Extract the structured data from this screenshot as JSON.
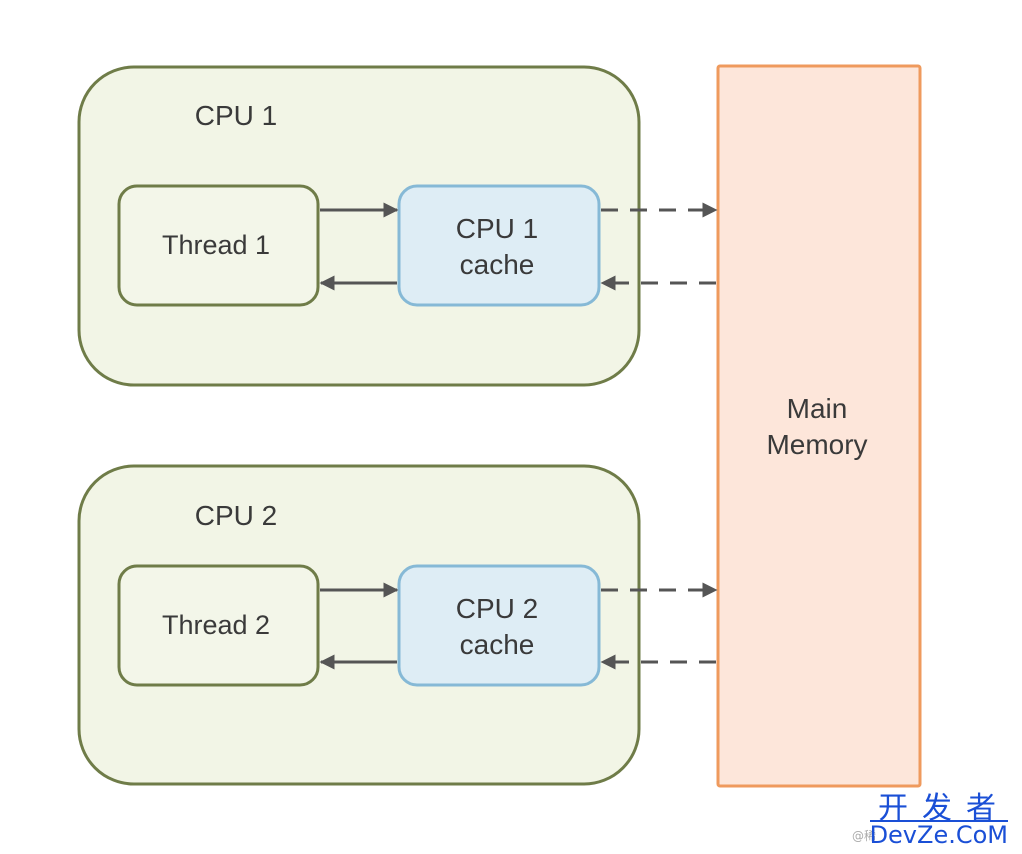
{
  "colors": {
    "cpu_fill": "#f2f5e6",
    "cpu_stroke": "#6f7c48",
    "thread_fill": "#f3f6e9",
    "thread_stroke": "#6f7c48",
    "cache_fill": "#deedf5",
    "cache_stroke": "#86b9d6",
    "memory_fill": "#fde6da",
    "memory_stroke": "#ef9a5d",
    "arrow": "#555555",
    "watermark": "#1a4fd6"
  },
  "cpus": [
    {
      "label": "CPU 1",
      "thread_label": "Thread 1",
      "cache_line1": "CPU 1",
      "cache_line2": "cache"
    },
    {
      "label": "CPU 2",
      "thread_label": "Thread 2",
      "cache_line1": "CPU 2",
      "cache_line2": "cache"
    }
  ],
  "memory": {
    "line1": "Main",
    "line2": "Memory"
  },
  "watermark": {
    "cn": "开发者",
    "en": "DevZe.CoM",
    "small": "@稀"
  }
}
